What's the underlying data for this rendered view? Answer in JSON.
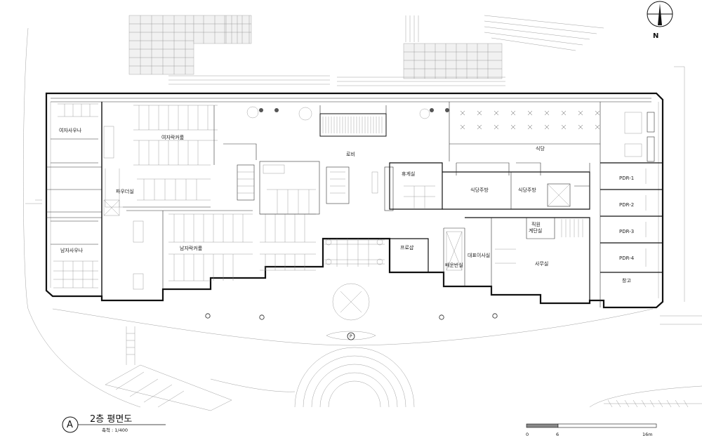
{
  "drawing": {
    "title": "2층 평면도",
    "scale_text": "축척 : 1/400",
    "marker": "A",
    "north_label": "N",
    "scale_ticks": [
      "0",
      "6",
      "16m"
    ]
  },
  "rooms": {
    "womens_sauna": "여자사우나",
    "womens_locker": "여자락커룸",
    "powder_room": "파우더실",
    "mens_sauna": "남자사우나",
    "mens_locker": "남자락커룸",
    "lobby": "로비",
    "lounge": "휴게실",
    "kitchen_1": "식당주방",
    "kitchen_2": "식당주방",
    "restaurant": "식당",
    "pro_shop": "프로샵",
    "ceo_office": "대표이사실",
    "distribution": "배운반실",
    "office": "사무실",
    "staff_stair": "직원\n계단실",
    "pdr1": "PDR-1",
    "pdr2": "PDR-2",
    "pdr3": "PDR-3",
    "pdr4": "PDR-4",
    "storage": "창고"
  }
}
